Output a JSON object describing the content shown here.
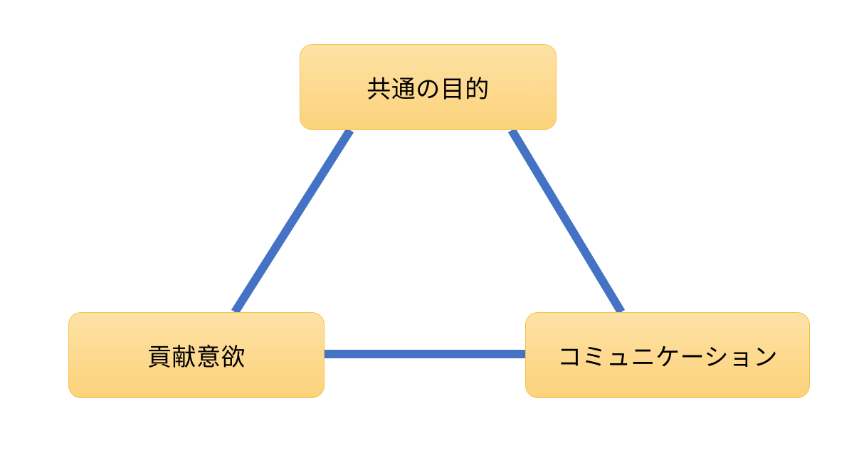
{
  "diagram": {
    "type": "triangle-relationship",
    "colors": {
      "connector": "#4472c4",
      "node_fill": "#fdd98e",
      "node_border": "#f2c24a",
      "text": "#000000"
    },
    "nodes": {
      "top": {
        "label": "共通の目的"
      },
      "left": {
        "label": "貢献意欲"
      },
      "right": {
        "label": "コミュニケーション"
      }
    },
    "edges": [
      {
        "from": "top",
        "to": "left"
      },
      {
        "from": "top",
        "to": "right"
      },
      {
        "from": "left",
        "to": "right"
      }
    ]
  }
}
